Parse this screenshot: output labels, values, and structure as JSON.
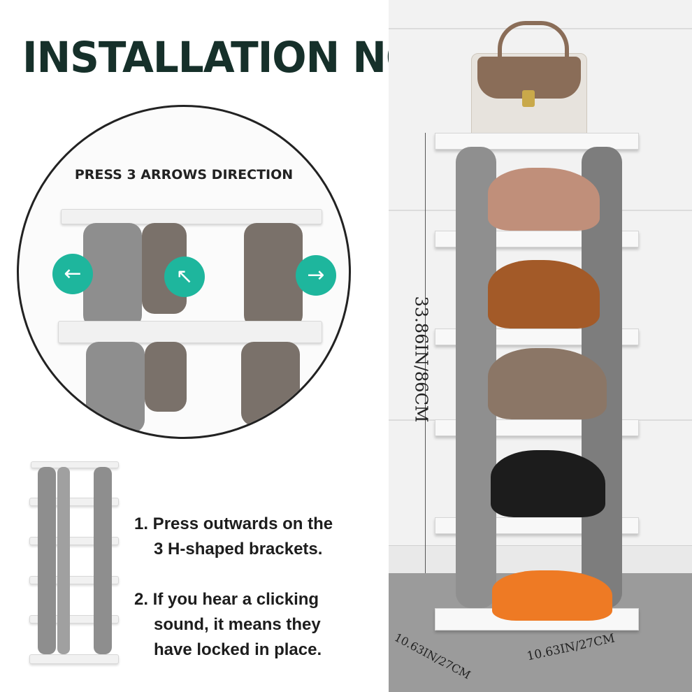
{
  "title": "INSTALLATION NOTES",
  "circle_caption": "PRESS 3 ARROWS DIRECTION",
  "instructions": {
    "step1_line1": "1. Press outwards on the",
    "step1_line2": "3 H-shaped brackets.",
    "step2_line1": "2. If you hear a clicking",
    "step2_line2": "sound, it means they",
    "step2_line3": "have locked in place."
  },
  "dimensions": {
    "height": "33.86IN/86CM",
    "depth": "10.63IN/27CM",
    "width": "10.63IN/27CM"
  },
  "colors": {
    "title": "#16302a",
    "arrow": "#1eb69d",
    "bracket_gray": "#8e8e8e",
    "shelf_white": "#f1f1f1"
  },
  "icons": {
    "arrow_left": "←",
    "arrow_diag": "↖",
    "arrow_right": "→"
  }
}
